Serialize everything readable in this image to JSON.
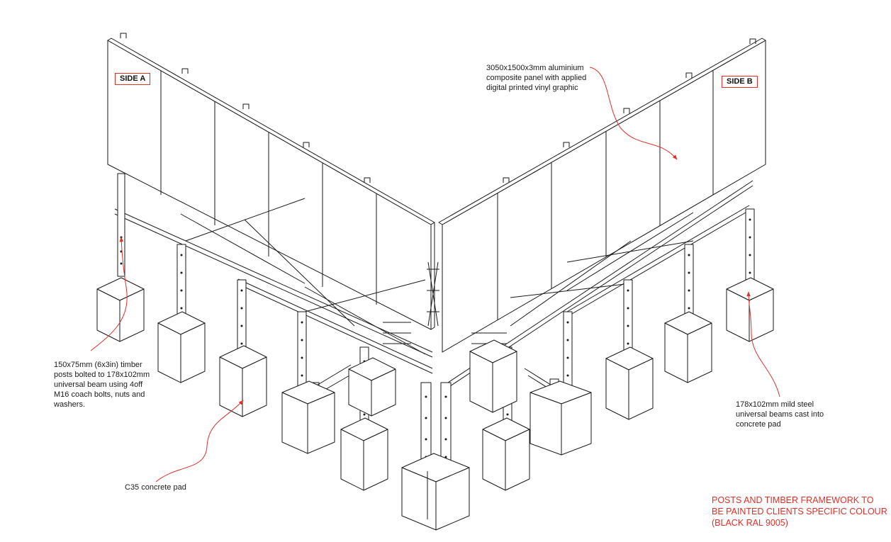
{
  "labels": {
    "side_a": "SIDE A",
    "side_b": "SIDE B"
  },
  "annotations": {
    "panel": [
      "3050x1500x3mm aluminium",
      "composite panel with applied",
      "digital printed vinyl graphic"
    ],
    "timber_posts": [
      "150x75mm (6x3in) timber",
      "posts bolted to 178x102mm",
      "universal beam using 4off",
      "M16 coach bolts, nuts and",
      "washers."
    ],
    "concrete_pad": [
      "C35 concrete pad"
    ],
    "steel_beams": [
      "178x102mm mild steel",
      "universal beams cast into",
      "concrete pad"
    ]
  },
  "note": [
    "POSTS AND TIMBER FRAMEWORK TO",
    "BE PAINTED CLIENTS SPECIFIC COLOUR",
    "(BLACK RAL 9005)"
  ],
  "colors": {
    "line": "#1a1a1a",
    "leader": "#e0302a",
    "note": "#e0302a",
    "tag_border": "#e0302a"
  }
}
